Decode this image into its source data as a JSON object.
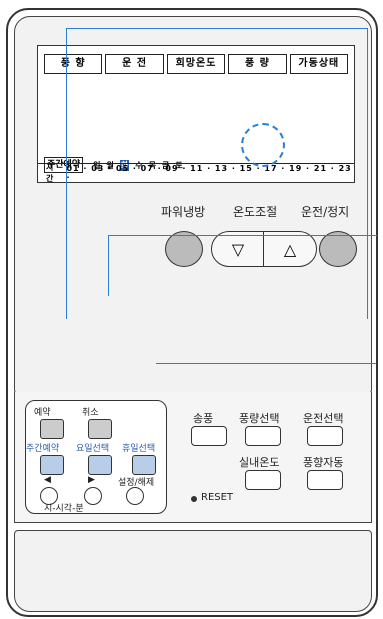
{
  "lcd": {
    "labels": [
      "풍 향",
      "운 전",
      "희망온도",
      "풍 량",
      "가동상태"
    ],
    "weekly_label": "주간예약",
    "days": [
      "일",
      "월",
      "화",
      "수",
      "목",
      "금",
      "토"
    ],
    "selected_day": "화",
    "hours_prefix": "시간",
    "hours": "01 · 03 · 05 · 07 · 09 · 11 · 13 · 15 · 17 · 19 · 21 · 23 ·"
  },
  "controls": {
    "power_cool": "파워냉방",
    "temp_adjust": "온도조절",
    "run_stop": "운전/정지",
    "down_arrow": "▽",
    "up_arrow": "△"
  },
  "panel": {
    "reserve": "예약",
    "cancel": "취소",
    "weekly_reserve": "주간예약",
    "day_select": "요일선택",
    "holiday_select": "휴일선택",
    "left_arrow": "◀",
    "right_arrow": "▶",
    "set_release": "설정/해제",
    "time_label": "시-시각-분"
  },
  "right_buttons": {
    "fan": "송풍",
    "airflow_select": "풍량선택",
    "mode_select": "운전선택",
    "room_temp": "실내온도",
    "auto_swing": "풍향자동",
    "reset": "RESET"
  }
}
